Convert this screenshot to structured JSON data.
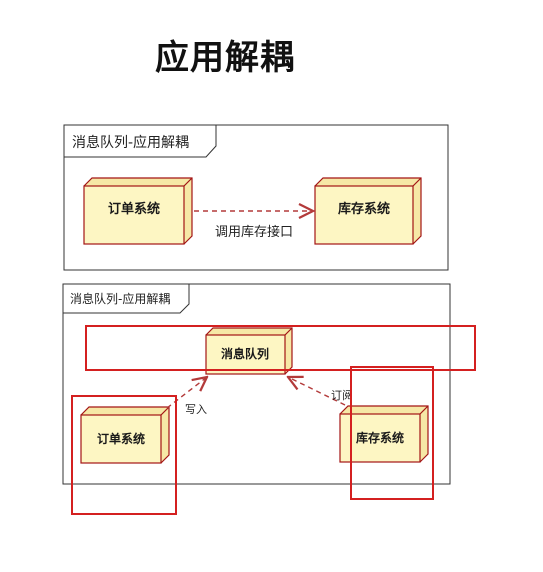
{
  "page": {
    "title": "应用解耦"
  },
  "frame1": {
    "tab_label": "消息队列-应用解耦",
    "nodes": {
      "order": "订单系统",
      "inventory": "库存系统"
    },
    "edge_label": "调用库存接口"
  },
  "frame2": {
    "tab_label": "消息队列-应用解耦",
    "nodes": {
      "queue": "消息队列",
      "order": "订单系统",
      "inventory": "库存系统"
    },
    "edge_write_label": "写入",
    "edge_subscribe_label": "订阅"
  },
  "colors": {
    "node_fill": "#fdf6c3",
    "node_border": "#a31515",
    "edge": "#b33a3a",
    "highlight": "#d42020",
    "frame_border": "#333333"
  }
}
